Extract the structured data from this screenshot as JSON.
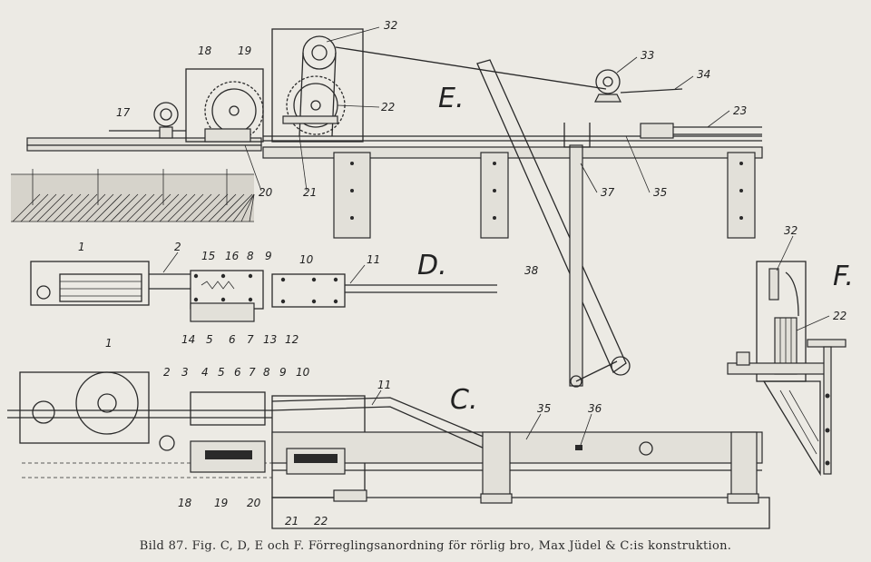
{
  "caption": "Bild 87.   Fig. C, D, E och F.   Förreglingsanordning för rörlig bro, Max Jüdel & C:is konstruktion.",
  "figure_letters": {
    "E": "E.",
    "D": "D.",
    "C": "C.",
    "F": "F."
  },
  "labels": {
    "E": [
      "17",
      "18",
      "19",
      "20",
      "21",
      "22",
      "23",
      "32",
      "33",
      "34",
      "35",
      "37",
      "38"
    ],
    "D": [
      "1",
      "2",
      "15",
      "16",
      "8",
      "9",
      "10",
      "11",
      "14",
      "5",
      "6",
      "7",
      "13",
      "12"
    ],
    "C": [
      "1",
      "2",
      "3",
      "4",
      "5",
      "6",
      "7",
      "8",
      "9",
      "10",
      "11",
      "35",
      "36",
      "18",
      "19",
      "20",
      "21",
      "22"
    ],
    "F": [
      "32",
      "22"
    ]
  }
}
